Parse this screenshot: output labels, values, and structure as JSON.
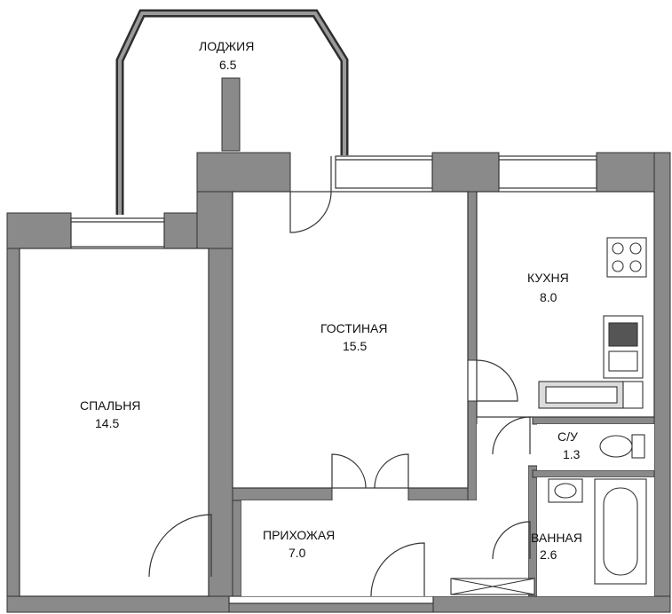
{
  "plan": {
    "rooms": [
      {
        "id": "loggia",
        "name": "ЛОДЖИЯ",
        "area": "6.5"
      },
      {
        "id": "bedroom",
        "name": "СПАЛЬНЯ",
        "area": "14.5"
      },
      {
        "id": "living",
        "name": "ГОСТИНАЯ",
        "area": "15.5"
      },
      {
        "id": "kitchen",
        "name": "КУХНЯ",
        "area": "8.0"
      },
      {
        "id": "wc",
        "name": "С/У",
        "area": "1.3"
      },
      {
        "id": "hallway",
        "name": "ПРИХОЖАЯ",
        "area": "7.0"
      },
      {
        "id": "bathroom",
        "name": "ВАННАЯ",
        "area": "2.6"
      }
    ],
    "colors": {
      "wall": "#8a8a8a",
      "wall_outline": "#333333",
      "loggia_wall": "#2e2e2e",
      "floor": "#ffffff"
    }
  }
}
